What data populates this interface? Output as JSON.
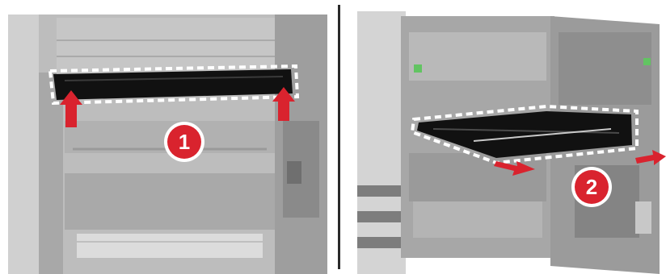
{
  "figure": {
    "steps": [
      {
        "number": "1",
        "action": "lift"
      },
      {
        "number": "2",
        "action": "pull-out"
      }
    ],
    "colors": {
      "printer_body": "#b9b9b9",
      "printer_dark": "#8f8f8f",
      "component": "#111111",
      "dashed_outline": "#ffffff",
      "arrow": "#d9232e",
      "badge": "#d9232e",
      "badge_text": "#ffffff",
      "divider": "#2a2a2a"
    },
    "icons": [
      "arrow-up-icon",
      "arrow-right-icon"
    ]
  }
}
